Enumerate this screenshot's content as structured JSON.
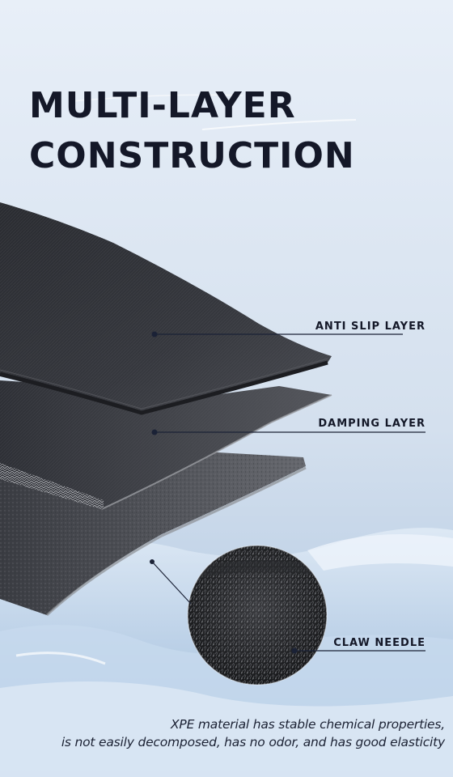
{
  "title": {
    "line1": "MULTI-LAYER",
    "line2": "CONSTRUCTION"
  },
  "layers": [
    {
      "label": "ANTI SLIP LAYER"
    },
    {
      "label": "DAMPING LAYER"
    },
    {
      "label": "CLAW NEEDLE"
    }
  ],
  "caption": {
    "line1": "XPE material has stable chemical properties,",
    "line2": "is not easily decomposed, has no odor, and has good elasticity"
  },
  "colors": {
    "title_text": "#141828",
    "pointer_line": "#1b2236",
    "mat_dark": "#2b2d33"
  }
}
